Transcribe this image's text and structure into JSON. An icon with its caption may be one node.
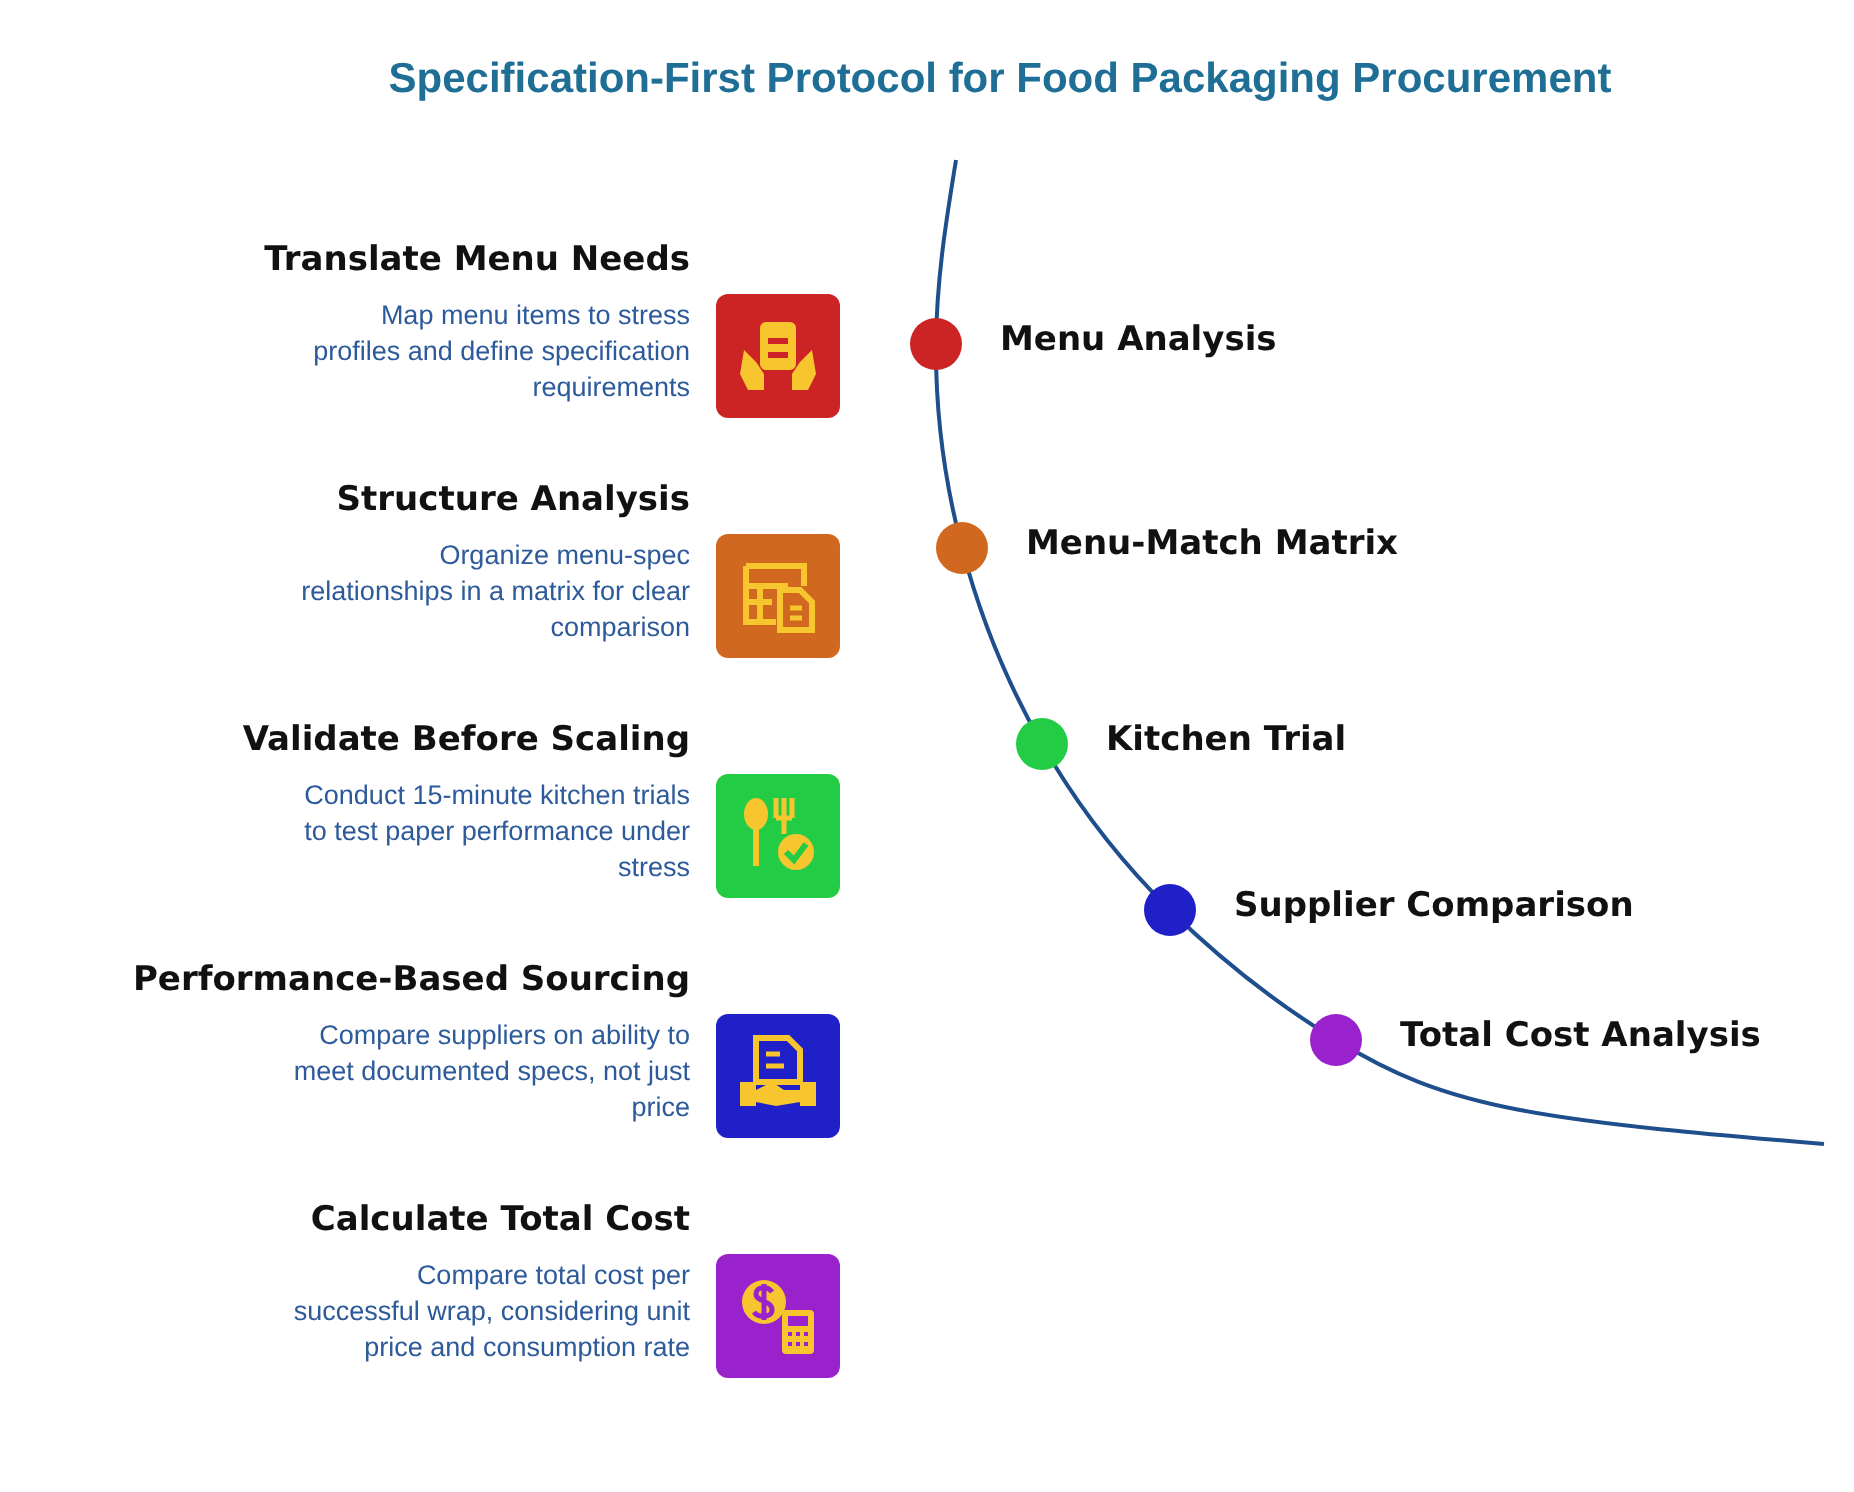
{
  "diagram": {
    "title": "Specification-First Protocol for Food Packaging Procurement",
    "nodes": [
      {
        "text": [
          "Translate Menu Needs",
          "Map menu items to stress profiles and define specification requirements"
        ]
      },
      {
        "text": [
          "Structure Analysis",
          "Organize menu-spec relationships in a matrix for clear comparison"
        ]
      },
      {
        "text": [
          "Validate Before Scaling",
          "Conduct 15-minute kitchen trials to test paper performance under stress"
        ]
      },
      {
        "text": [
          "Performance-Based Sourcing",
          "Compare suppliers on ability to meet documented specs, not just price"
        ]
      },
      {
        "text": [
          "Calculate Total Cost",
          "Compare total cost per successful wrap, considering unit price and consumption rate"
        ]
      },
      {
        "text": [],
        "shape": "circle",
        "beside": [
          "Menu Analysis"
        ]
      },
      {
        "text": [],
        "shape": "circle",
        "beside": [
          "Menu-Match Matrix"
        ]
      },
      {
        "text": [],
        "shape": "circle",
        "beside": [
          "Kitchen Trial"
        ]
      },
      {
        "text": [],
        "shape": "circle",
        "beside": [
          "Supplier Comparison"
        ]
      },
      {
        "text": [],
        "shape": "circle",
        "beside": [
          "Total Cost Analysis"
        ]
      }
    ]
  }
}
